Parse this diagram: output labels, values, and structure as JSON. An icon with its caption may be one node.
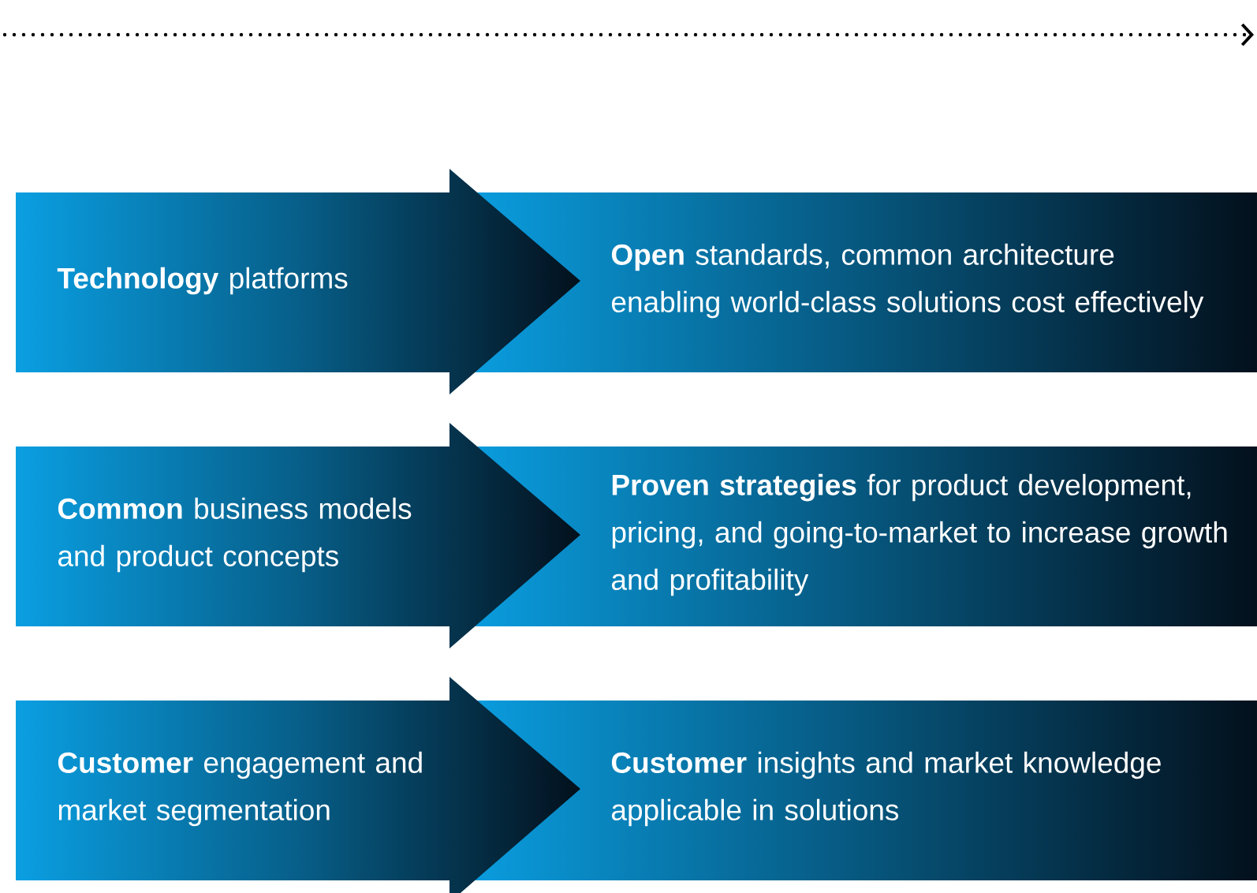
{
  "diagram": {
    "nodes": [
      {
        "text": [
          "**Technology** platforms"
        ]
      },
      {
        "text": [
          "**Open** standards, common architecture enabling world-class solutions cost effectively"
        ]
      },
      {
        "text": [
          "**Common** business models and product concepts"
        ]
      },
      {
        "text": [
          "**Proven strategies** for product development, pricing, and going-to-market to increase growth and profitability"
        ]
      },
      {
        "text": [
          "**Customer** engagement and market segmentation"
        ]
      },
      {
        "text": [
          "**Customer** insights and market knowledge applicable in solutions"
        ]
      }
    ]
  }
}
